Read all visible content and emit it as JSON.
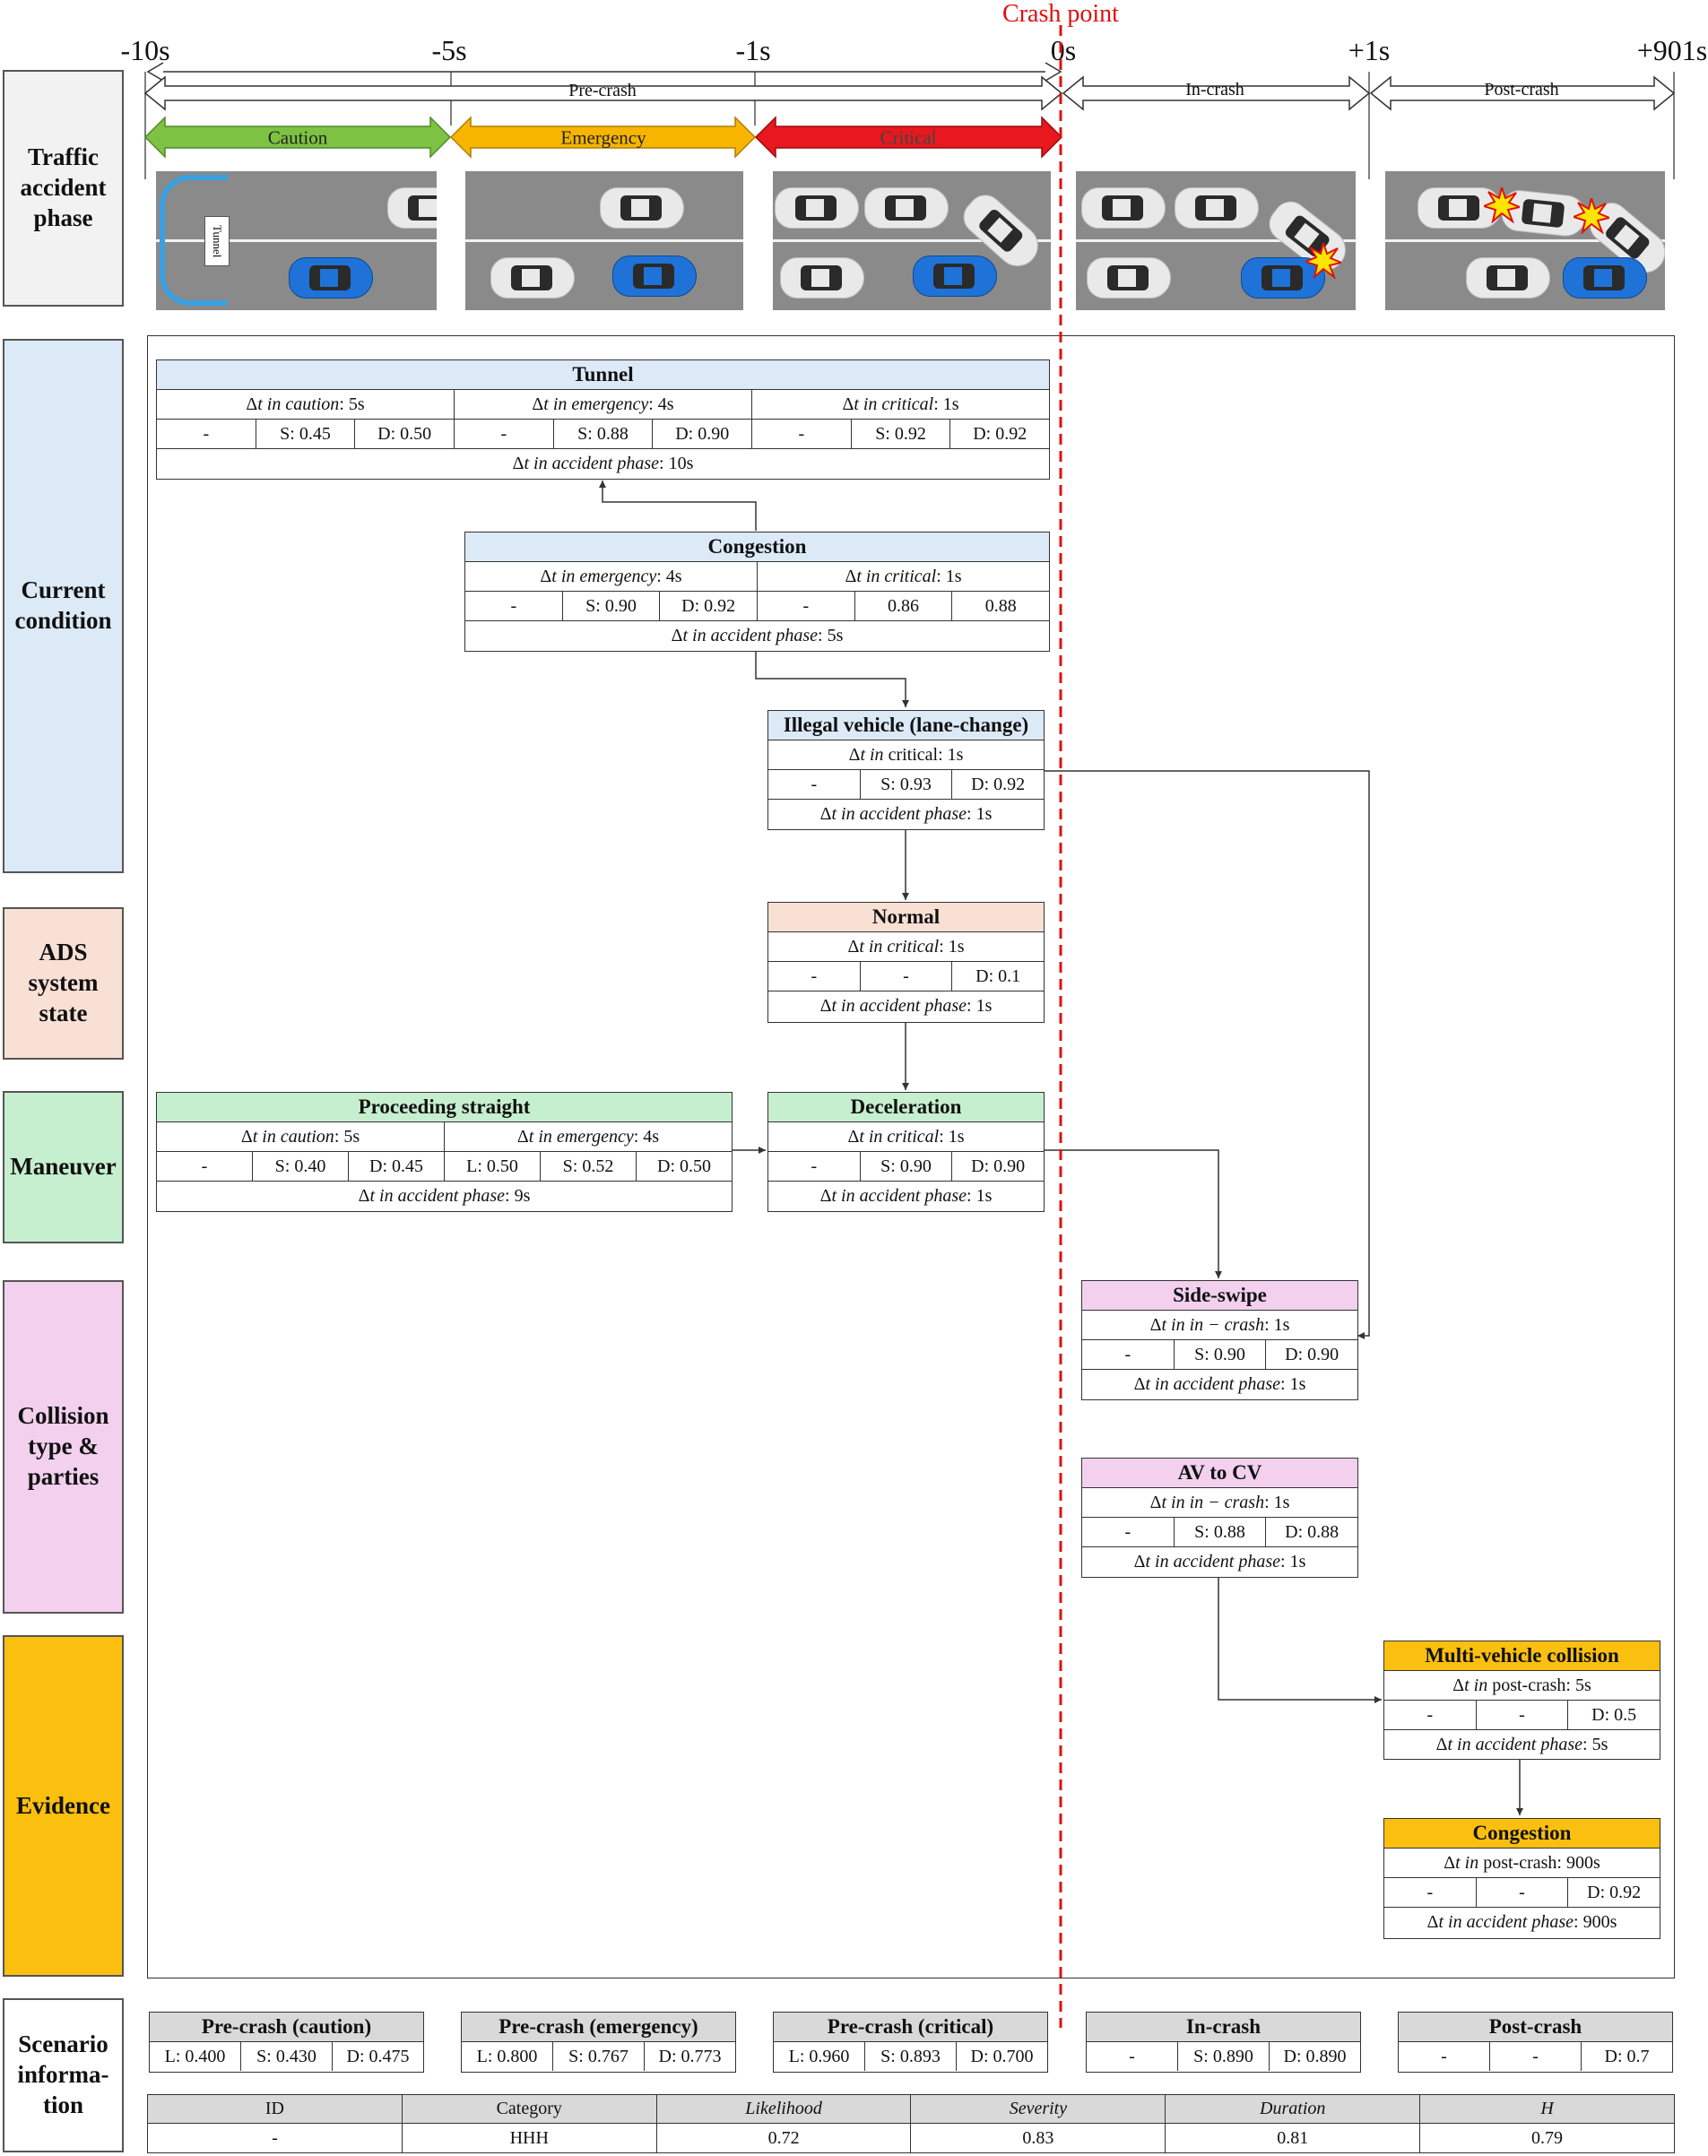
{
  "timeline": {
    "ticks": [
      "-10s",
      "-5s",
      "-1s",
      "0s",
      "+1s",
      "+901s"
    ],
    "crash_point": "Crash point",
    "spans": {
      "pre_crash": "Pre-crash",
      "in_crash": "In-crash",
      "post_crash": "Post-crash"
    },
    "stages": {
      "caution": "Caution",
      "emergency": "Emergency",
      "critical": "Critical"
    },
    "tunnel_sign": "Tunnel",
    "colors": {
      "caution": "#7dc242",
      "emergency": "#f7b500",
      "critical": "#e8181e",
      "crash_line": "#e01010"
    }
  },
  "sidebar": {
    "traffic": [
      "Traffic",
      "accident",
      "phase"
    ],
    "current": [
      "Current",
      "condition"
    ],
    "ads": [
      "ADS",
      "system",
      "state"
    ],
    "maneuver": [
      "Maneuver"
    ],
    "collision": [
      "Collision",
      "type &",
      "parties"
    ],
    "evidence": [
      "Evidence"
    ],
    "scenario": [
      "Scenario",
      "informa-",
      "tion"
    ]
  },
  "nodes": {
    "tunnel": {
      "title": "Tunnel",
      "segments": [
        {
          "pre": "Δ",
          "it": "t in caution",
          "post": ": 5s"
        },
        {
          "pre": "Δ",
          "it": "t in emergency",
          "post": ": 4s"
        },
        {
          "pre": "Δ",
          "it": "t in critical",
          "post": ": 1s"
        }
      ],
      "values": [
        "-",
        "S: 0.45",
        "D: 0.50",
        "-",
        "S: 0.88",
        "D: 0.90",
        "-",
        "S: 0.92",
        "D: 0.92"
      ],
      "footer": {
        "pre": "Δ",
        "it": "t in accident phase",
        "post": ": 10s"
      }
    },
    "congestion": {
      "title": "Congestion",
      "segments": [
        {
          "pre": "Δ",
          "it": "t in emergency",
          "post": ": 4s"
        },
        {
          "pre": "Δ",
          "it": "t in critical",
          "post": ": 1s"
        }
      ],
      "values": [
        "-",
        "S: 0.90",
        "D: 0.92",
        "-",
        "0.86",
        "0.88"
      ],
      "footer": {
        "pre": "Δ",
        "it": "t in accident phase",
        "post": ": 5s"
      }
    },
    "illegal": {
      "title": "Illegal vehicle (lane-change)",
      "segments": [
        {
          "pre": "Δ",
          "it": "t in",
          "post": " critical: 1s"
        }
      ],
      "values": [
        "-",
        "S: 0.93",
        "D: 0.92"
      ],
      "footer": {
        "pre": "Δ",
        "it": "t in accident phase",
        "post": ": 1s"
      }
    },
    "normal": {
      "title": "Normal",
      "segments": [
        {
          "pre": "Δ",
          "it": "t in critical",
          "post": ": 1s"
        }
      ],
      "values": [
        "-",
        "-",
        "D: 0.1"
      ],
      "footer": {
        "pre": "Δ",
        "it": "t in accident phase",
        "post": ": 1s"
      }
    },
    "straight": {
      "title": "Proceeding straight",
      "segments": [
        {
          "pre": "Δ",
          "it": "t in caution",
          "post": ": 5s"
        },
        {
          "pre": "Δ",
          "it": "t in emergency",
          "post": ": 4s"
        }
      ],
      "values": [
        "-",
        "S: 0.40",
        "D: 0.45",
        "L: 0.50",
        "S: 0.52",
        "D: 0.50"
      ],
      "footer": {
        "pre": "Δ",
        "it": "t in accident phase",
        "post": ": 9s"
      }
    },
    "decel": {
      "title": "Deceleration",
      "segments": [
        {
          "pre": "Δ",
          "it": "t in critical",
          "post": ": 1s"
        }
      ],
      "values": [
        "-",
        "S: 0.90",
        "D: 0.90"
      ],
      "footer": {
        "pre": "Δ",
        "it": "t in accident phase",
        "post": ": 1s"
      }
    },
    "sideswipe": {
      "title": "Side-swipe",
      "segments": [
        {
          "pre": "Δ",
          "it": "t in in − crash",
          "post": ": 1s"
        }
      ],
      "values": [
        "-",
        "S: 0.90",
        "D: 0.90"
      ],
      "footer": {
        "pre": "Δ",
        "it": "t in accident phase",
        "post": ": 1s"
      }
    },
    "avcv": {
      "title": "AV to CV",
      "segments": [
        {
          "pre": "Δ",
          "it": "t in in − crash",
          "post": ": 1s"
        }
      ],
      "values": [
        "-",
        "S: 0.88",
        "D: 0.88"
      ],
      "footer": {
        "pre": "Δ",
        "it": "t in accident phase",
        "post": ": 1s"
      }
    },
    "multi": {
      "title": "Multi-vehicle collision",
      "segments": [
        {
          "pre": "Δ",
          "it": "t in",
          "post": " post-crash: 5s"
        }
      ],
      "values": [
        "-",
        "-",
        "D: 0.5"
      ],
      "footer": {
        "pre": "Δ",
        "it": "t in accident phase",
        "post": ": 5s"
      }
    },
    "congestion2": {
      "title": "Congestion",
      "segments": [
        {
          "pre": "Δ",
          "it": "t in",
          "post": " post-crash: 900s"
        }
      ],
      "values": [
        "-",
        "-",
        "D: 0.92"
      ],
      "footer": {
        "pre": "Δ",
        "it": "t in accident phase",
        "post": ": 900s"
      }
    }
  },
  "scenario": {
    "phases": [
      {
        "title": "Pre-crash (caution)",
        "values": [
          "L: 0.400",
          "S: 0.430",
          "D: 0.475"
        ]
      },
      {
        "title": "Pre-crash (emergency)",
        "values": [
          "L: 0.800",
          "S: 0.767",
          "D: 0.773"
        ]
      },
      {
        "title": "Pre-crash (critical)",
        "values": [
          "L: 0.960",
          "S: 0.893",
          "D: 0.700"
        ]
      },
      {
        "title": "In-crash",
        "values": [
          "-",
          "S: 0.890",
          "D: 0.890"
        ]
      },
      {
        "title": "Post-crash",
        "values": [
          "-",
          "-",
          "D: 0.7"
        ]
      }
    ],
    "table_headers": [
      "ID",
      "Category",
      "Likelihood",
      "Severity",
      "Duration",
      "H"
    ],
    "table_row": [
      "-",
      "HHH",
      "0.72",
      "0.83",
      "0.81",
      "0.79"
    ]
  }
}
